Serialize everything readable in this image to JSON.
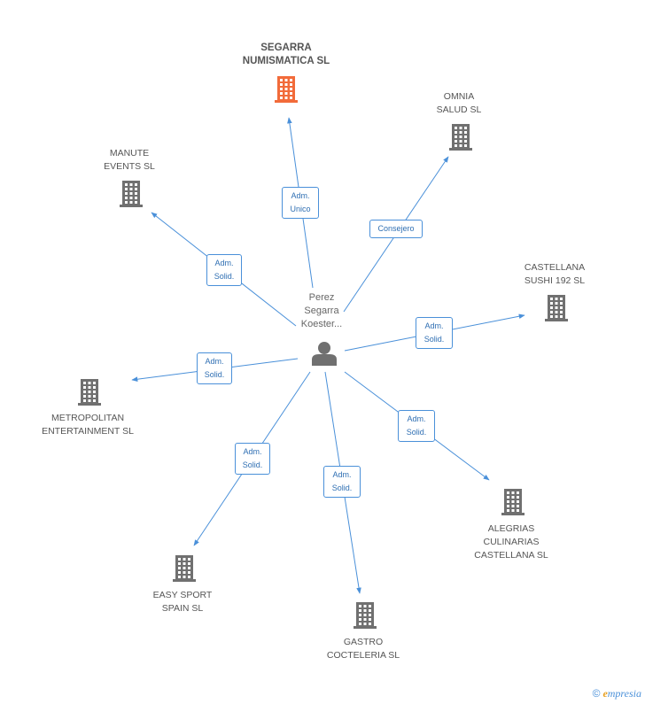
{
  "colors": {
    "edge": "#4a90d9",
    "building_default": "#707070",
    "building_main": "#f26b3a",
    "person": "#707070"
  },
  "center": {
    "label_lines": [
      "Perez",
      "Segarra",
      "Koester..."
    ],
    "icon": "person-icon"
  },
  "companies": [
    {
      "id": "segarra",
      "lines": [
        "SEGARRA",
        "NUMISMATICA SL"
      ],
      "main": true,
      "icon": "building-icon"
    },
    {
      "id": "omnia",
      "lines": [
        "OMNIA",
        "SALUD SL"
      ],
      "main": false,
      "icon": "building-icon"
    },
    {
      "id": "manute",
      "lines": [
        "MANUTE",
        "EVENTS SL"
      ],
      "main": false,
      "icon": "building-icon"
    },
    {
      "id": "castellana",
      "lines": [
        "CASTELLANA",
        "SUSHI 192 SL"
      ],
      "main": false,
      "icon": "building-icon"
    },
    {
      "id": "metropolitan",
      "lines": [
        "METROPOLITAN",
        "ENTERTAINMENT SL"
      ],
      "main": false,
      "icon": "building-icon"
    },
    {
      "id": "alegrias",
      "lines": [
        "ALEGRIAS",
        "CULINARIAS",
        "CASTELLANA SL"
      ],
      "main": false,
      "icon": "building-icon"
    },
    {
      "id": "easy",
      "lines": [
        "EASY SPORT",
        "SPAIN  SL"
      ],
      "main": false,
      "icon": "building-icon"
    },
    {
      "id": "gastro",
      "lines": [
        "GASTRO",
        "COCTELERIA SL"
      ],
      "main": false,
      "icon": "building-icon"
    }
  ],
  "edges": [
    {
      "to": "segarra",
      "label": [
        "Adm.",
        "Unico"
      ]
    },
    {
      "to": "omnia",
      "label": [
        "Consejero"
      ]
    },
    {
      "to": "manute",
      "label": [
        "Adm.",
        "Solid."
      ]
    },
    {
      "to": "castellana",
      "label": [
        "Adm.",
        "Solid."
      ]
    },
    {
      "to": "metropolitan",
      "label": [
        "Adm.",
        "Solid."
      ]
    },
    {
      "to": "alegrias",
      "label": [
        "Adm.",
        "Solid."
      ]
    },
    {
      "to": "easy",
      "label": [
        "Adm.",
        "Solid."
      ]
    },
    {
      "to": "gastro",
      "label": [
        "Adm.",
        "Solid."
      ]
    }
  ],
  "footer": {
    "copyright": "©",
    "brand_initial": "e",
    "brand_rest": "mpresia"
  }
}
